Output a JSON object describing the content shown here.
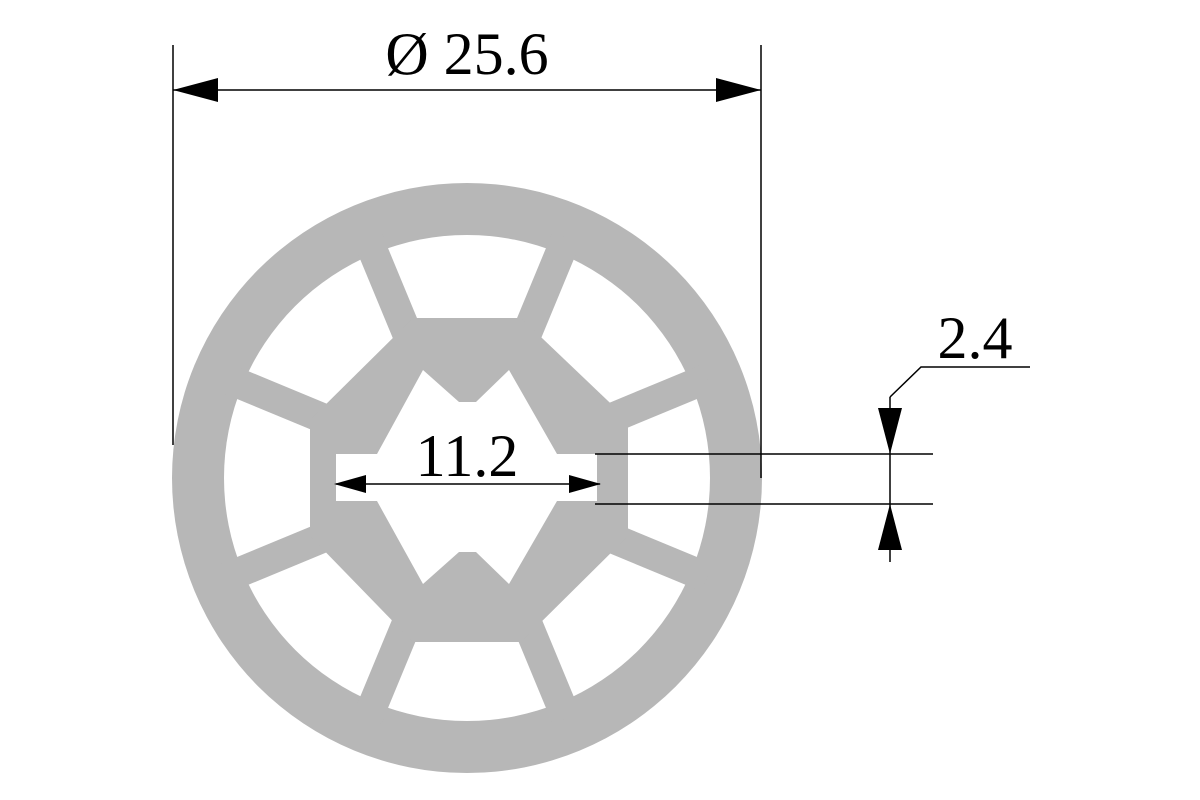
{
  "dimensions": {
    "outer_diameter": "Ø 25.6",
    "inner_width": "11.2",
    "slot_width": "2.4"
  },
  "colors": {
    "part_fill": "#b7b7b7",
    "line": "#000000",
    "background": "#ffffff"
  }
}
